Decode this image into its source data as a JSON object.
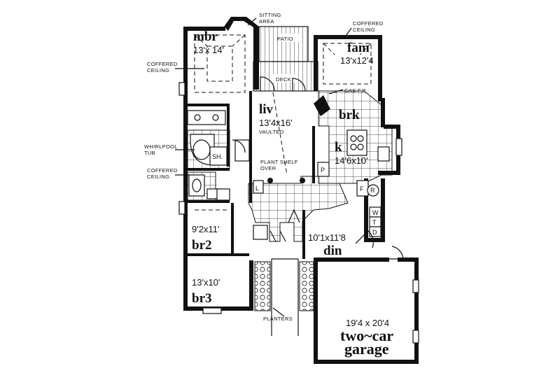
{
  "rooms": {
    "mbr": {
      "name": "mbr",
      "dims": "13'x 14'"
    },
    "fam": {
      "name": "fam",
      "dims": "13'x12'4"
    },
    "liv": {
      "name": "liv",
      "dims": "13'4x16'",
      "note": "VAULTED"
    },
    "brk": {
      "name": "brk"
    },
    "k": {
      "name": "k",
      "dims": "14'6x10'"
    },
    "br2": {
      "name": "br2",
      "dims": "9'2x11'"
    },
    "din": {
      "name": "din",
      "dims": "10'1x11'8"
    },
    "br3": {
      "name": "br3",
      "dims": "13'x10'"
    },
    "garage": {
      "name1": "two~car",
      "name2": "garage",
      "dims": "19'4 x 20'4"
    }
  },
  "notes": {
    "sitting_area_1": "SITTING",
    "sitting_area_2": "AREA",
    "coffered_ne_1": "COFFERED",
    "coffered_ne_2": "CEILING",
    "coffered_w_1": "COFFERED",
    "coffered_w_2": "CEILING",
    "coffered_sw_1": "COFFERED",
    "coffered_sw_2": "CEILING",
    "whirlpool_1": "WHIRLPOOL",
    "whirlpool_2": "TUB",
    "patio": "PATIO",
    "deck": "DECK",
    "gas_fp": "GAS F.P.",
    "plant_shelf_1": "PLANT SHELF",
    "plant_shelf_2": "OVER",
    "planters": "PLANTERS"
  },
  "fixtures": {
    "sh": "SH.",
    "l": "L",
    "p": "P",
    "f": "F",
    "r": "R",
    "w": "W",
    "t": "T",
    "d": "D"
  }
}
